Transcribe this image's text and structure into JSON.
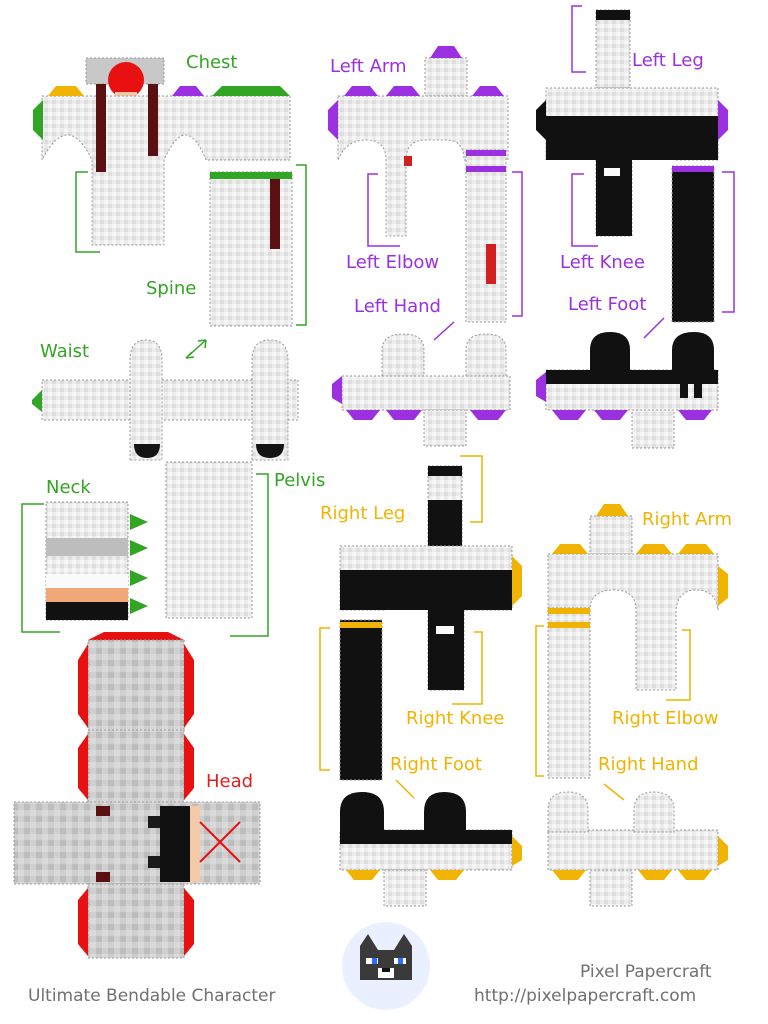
{
  "labels": {
    "chest": "Chest",
    "spine": "Spine",
    "waist": "Waist",
    "neck": "Neck",
    "pelvis": "Pelvis",
    "head": "Head",
    "left_arm": "Left Arm",
    "left_elbow": "Left Elbow",
    "left_hand": "Left Hand",
    "left_leg": "Left Leg",
    "left_knee": "Left Knee",
    "left_foot": "Left Foot",
    "right_leg": "Right Leg",
    "right_knee": "Right Knee",
    "right_foot": "Right Foot",
    "right_arm": "Right Arm",
    "right_elbow": "Right Elbow",
    "right_hand": "Right Hand"
  },
  "footer": {
    "title": "Ultimate Bendable Character",
    "brand": "Pixel Papercraft",
    "url": "http://pixelpapercraft.com"
  },
  "colors": {
    "green": "#33a524",
    "purple": "#9b30e0",
    "orange": "#f0b400",
    "red": "#e02020",
    "body_grey": "#e6e6e6",
    "dark": "#111111"
  }
}
